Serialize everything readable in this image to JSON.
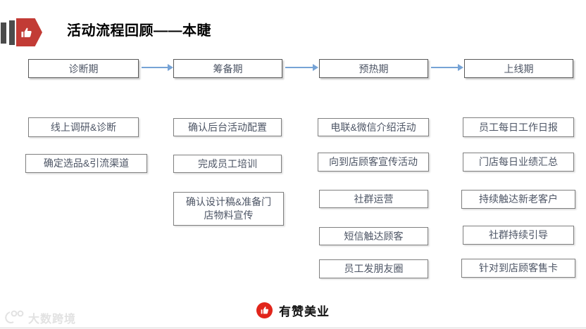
{
  "title": "活动流程回顾——本睫",
  "icons": {
    "title_marker": "thumbs-up-flag-icon",
    "brand_logo": "thumbs-up-circle-icon",
    "watermark_logo": "swirl-100-icon"
  },
  "colors": {
    "title_marker_red": "#c23b35",
    "title_marker_bars": "#4b4b4b",
    "arrow_blue": "#76a3d6",
    "box_border_header": "#595959",
    "box_border_task": "#7f7f7f",
    "box_text": "#4d5565",
    "brand_red": "#e1251b",
    "watermark_gray": "#e2e2e2"
  },
  "phases": [
    {
      "label": "诊断期",
      "tasks": [
        "线上调研&诊断",
        "确定选品&引流渠道"
      ]
    },
    {
      "label": "筹备期",
      "tasks": [
        "确认后台活动配置",
        "完成员工培训",
        "确认设计稿&准备门\n店物料宣传"
      ]
    },
    {
      "label": "预热期",
      "tasks": [
        "电联&微信介绍活动",
        "向到店顾客宣传活动",
        "社群运营",
        "短信触达顾客",
        "员工发朋友圈"
      ]
    },
    {
      "label": "上线期",
      "tasks": [
        "员工每日工作日报",
        "门店每日业绩汇总",
        "持续触达新老客户",
        "社群持续引导",
        "针对到店顾客售卡"
      ]
    }
  ],
  "footer": {
    "brand": "有赞美业"
  },
  "watermark": {
    "text": "大数跨境"
  }
}
